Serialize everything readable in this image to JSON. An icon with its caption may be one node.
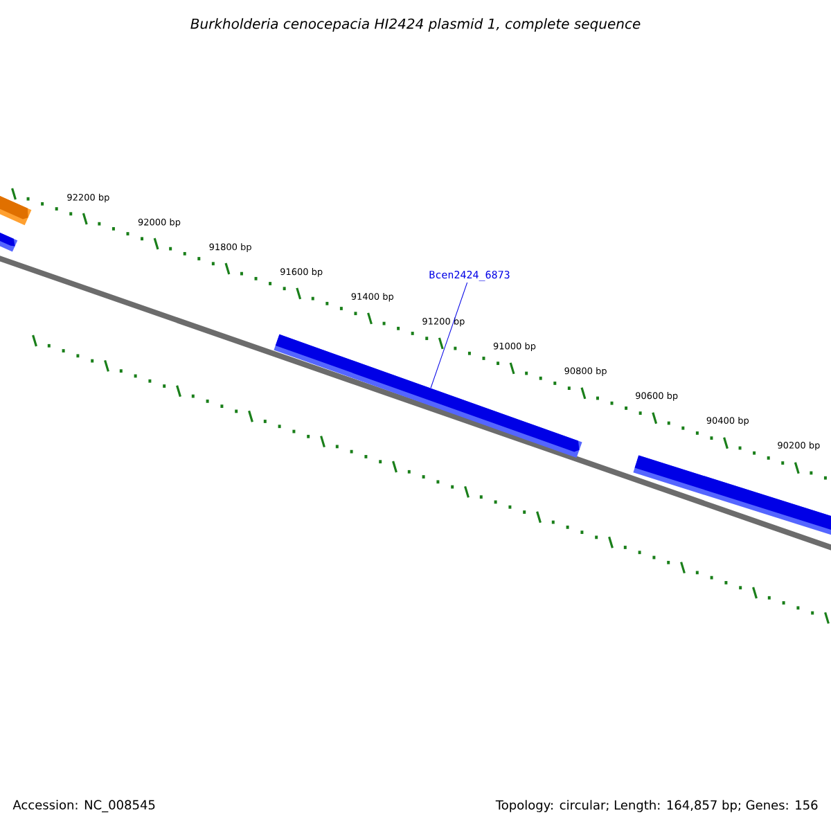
{
  "diagram": {
    "title": "Burkholderia cenocepacia HI2424 plasmid 1, complete sequence",
    "nodes": [
      {
        "text": [
          "Bcen2424_6873"
        ]
      },
      {
        "text": [],
        "shape": "bar"
      },
      {
        "text": [],
        "shape": "bar"
      },
      {
        "text": [],
        "shape": "bar"
      },
      {
        "text": [],
        "shape": "bar"
      }
    ],
    "edges": [
      {
        "from": 0,
        "to": 3,
        "arrow": "none"
      }
    ],
    "labels": [
      "92200 bp",
      "92000 bp",
      "91800 bp",
      "91600 bp",
      "91400 bp",
      "91200 bp",
      "91000 bp",
      "90800 bp",
      "90600 bp",
      "90400 bp",
      "90200 bp",
      "Accession: NC_008545",
      "Topology: circular; Length: 164,857 bp; Genes: 156"
    ]
  }
}
